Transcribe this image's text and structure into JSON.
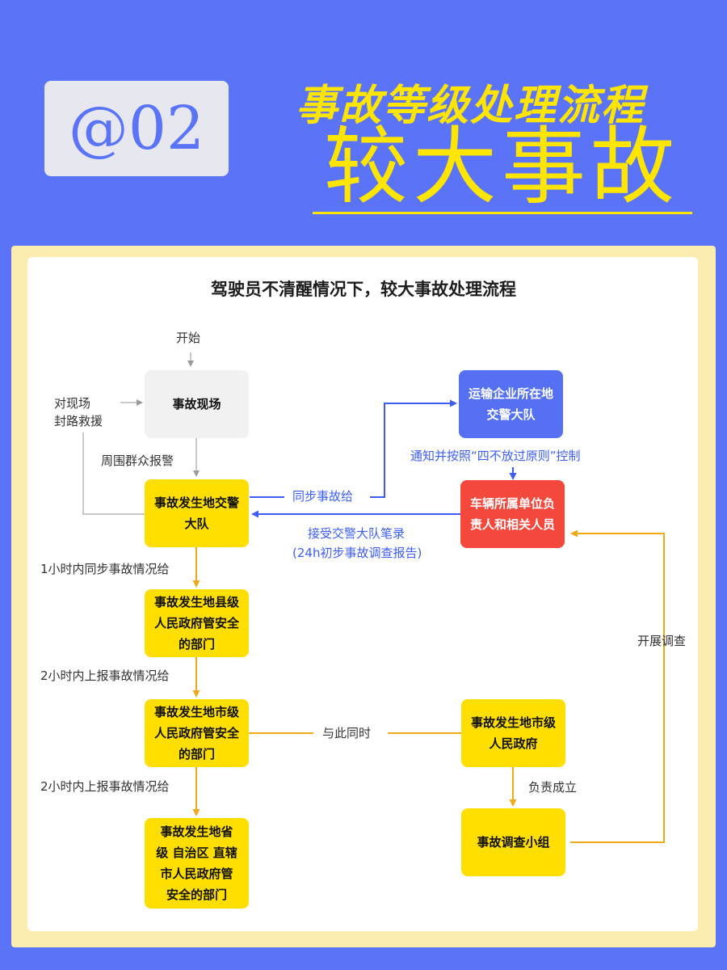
{
  "header": {
    "badge": "@02",
    "title_line1": "事故等级处理流程",
    "title_line2": "较大事故"
  },
  "diagram": {
    "heading": "驾驶员不清醒情况下，较大事故处理流程",
    "nodes": {
      "scene": "事故现场",
      "local_police": "事故发生地交警\n大队",
      "county_dept": "事故发生地县级\n人民政府管安全\n的部门",
      "city_dept": "事故发生地市级\n人民政府管安全\n的部门",
      "province_dept": "事故发生地省\n级 自治区 直辖\n市人民政府管\n安全的部门",
      "transport_police": "运输企业所在地\n交警大队",
      "vehicle_unit": "车辆所属单位负\n责人和相关人员",
      "city_gov": "事故发生地市级\n人民政府",
      "investigation_team": "事故调查小组"
    },
    "labels": {
      "start": "开始",
      "seal_rescue": "对现场\n封路救援",
      "public_report": "周围群众报警",
      "sync_to": "同步事故给",
      "notify_control": "通知并按照“四不放过原则”控制",
      "accept_record": "接受交警大队笔录",
      "report_24h": "(24h初步事故调查报告)",
      "one_hour": "1小时内同步事故情况给",
      "two_hour_a": "2小时内上报事故情况给",
      "two_hour_b": "2小时内上报事故情况给",
      "meanwhile": "与此同时",
      "responsible_form": "负责成立",
      "investigate": "开展调查"
    }
  },
  "colors": {
    "background": "#5b74f7",
    "accent_yellow": "#ffe500",
    "node_yellow": "#ffde00",
    "node_blue": "#5570f2",
    "node_red": "#f4483d",
    "line_grey": "#b5b5b5",
    "line_orange": "#f0a91b",
    "line_blue": "#3d5df2"
  }
}
